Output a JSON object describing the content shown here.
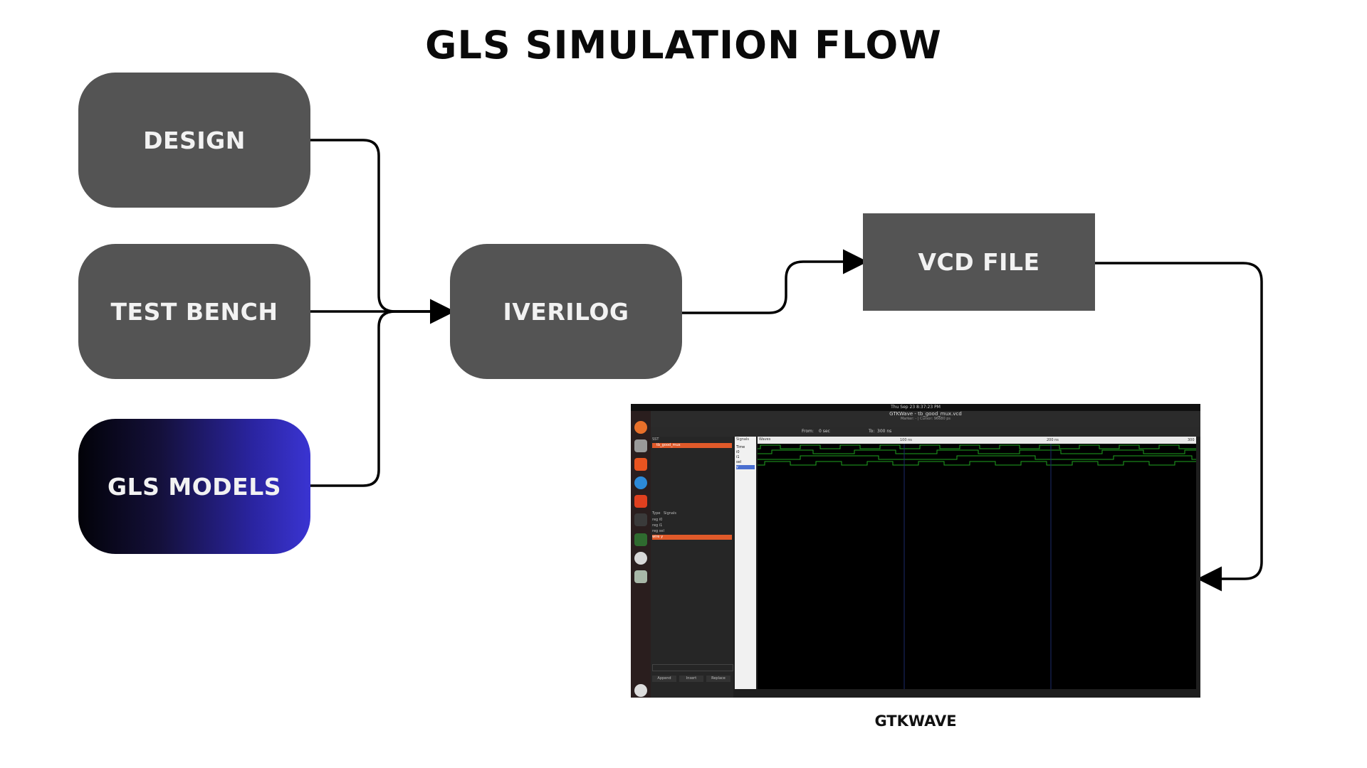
{
  "title": "GLS SIMULATION FLOW",
  "nodes": {
    "design": "DESIGN",
    "test_bench": "TEST BENCH",
    "gls_models": "GLS MODELS",
    "iverilog": "IVERILOG",
    "vcd_file": "VCD FILE"
  },
  "gtkwave": {
    "caption": "GTKWAVE",
    "topbar_clock": "Thu Sep 23   8:37:23 PM",
    "window_title": "GTKWave - tb_good_mux.vcd",
    "window_subtitle": "Marker: -  |  Cursor: 96680 ps",
    "from_label": "From:",
    "from_value": "0 sec",
    "to_label": "To:",
    "to_value": "300 ns",
    "sst_label": "SST",
    "sst_item": "tb_good_mux",
    "signals_header": "Signals",
    "waves_header": "Waves",
    "signal_names": [
      "Time",
      "i0",
      "i1",
      "sel",
      "y"
    ],
    "type_header": "Type",
    "signals_col_header": "Signals",
    "signal_types": [
      {
        "type": "reg",
        "name": "i0"
      },
      {
        "type": "reg",
        "name": "i1"
      },
      {
        "type": "reg",
        "name": "sel"
      },
      {
        "type": "wire",
        "name": "y"
      }
    ],
    "buttons": [
      "Append",
      "Insert",
      "Replace"
    ],
    "time_marks": [
      "100 ns",
      "200 ns",
      "300"
    ]
  },
  "colors": {
    "box": "#545454",
    "gradient_end": "#3a34d2",
    "wave": "#1fa31f",
    "highlight": "#e05a2a"
  }
}
